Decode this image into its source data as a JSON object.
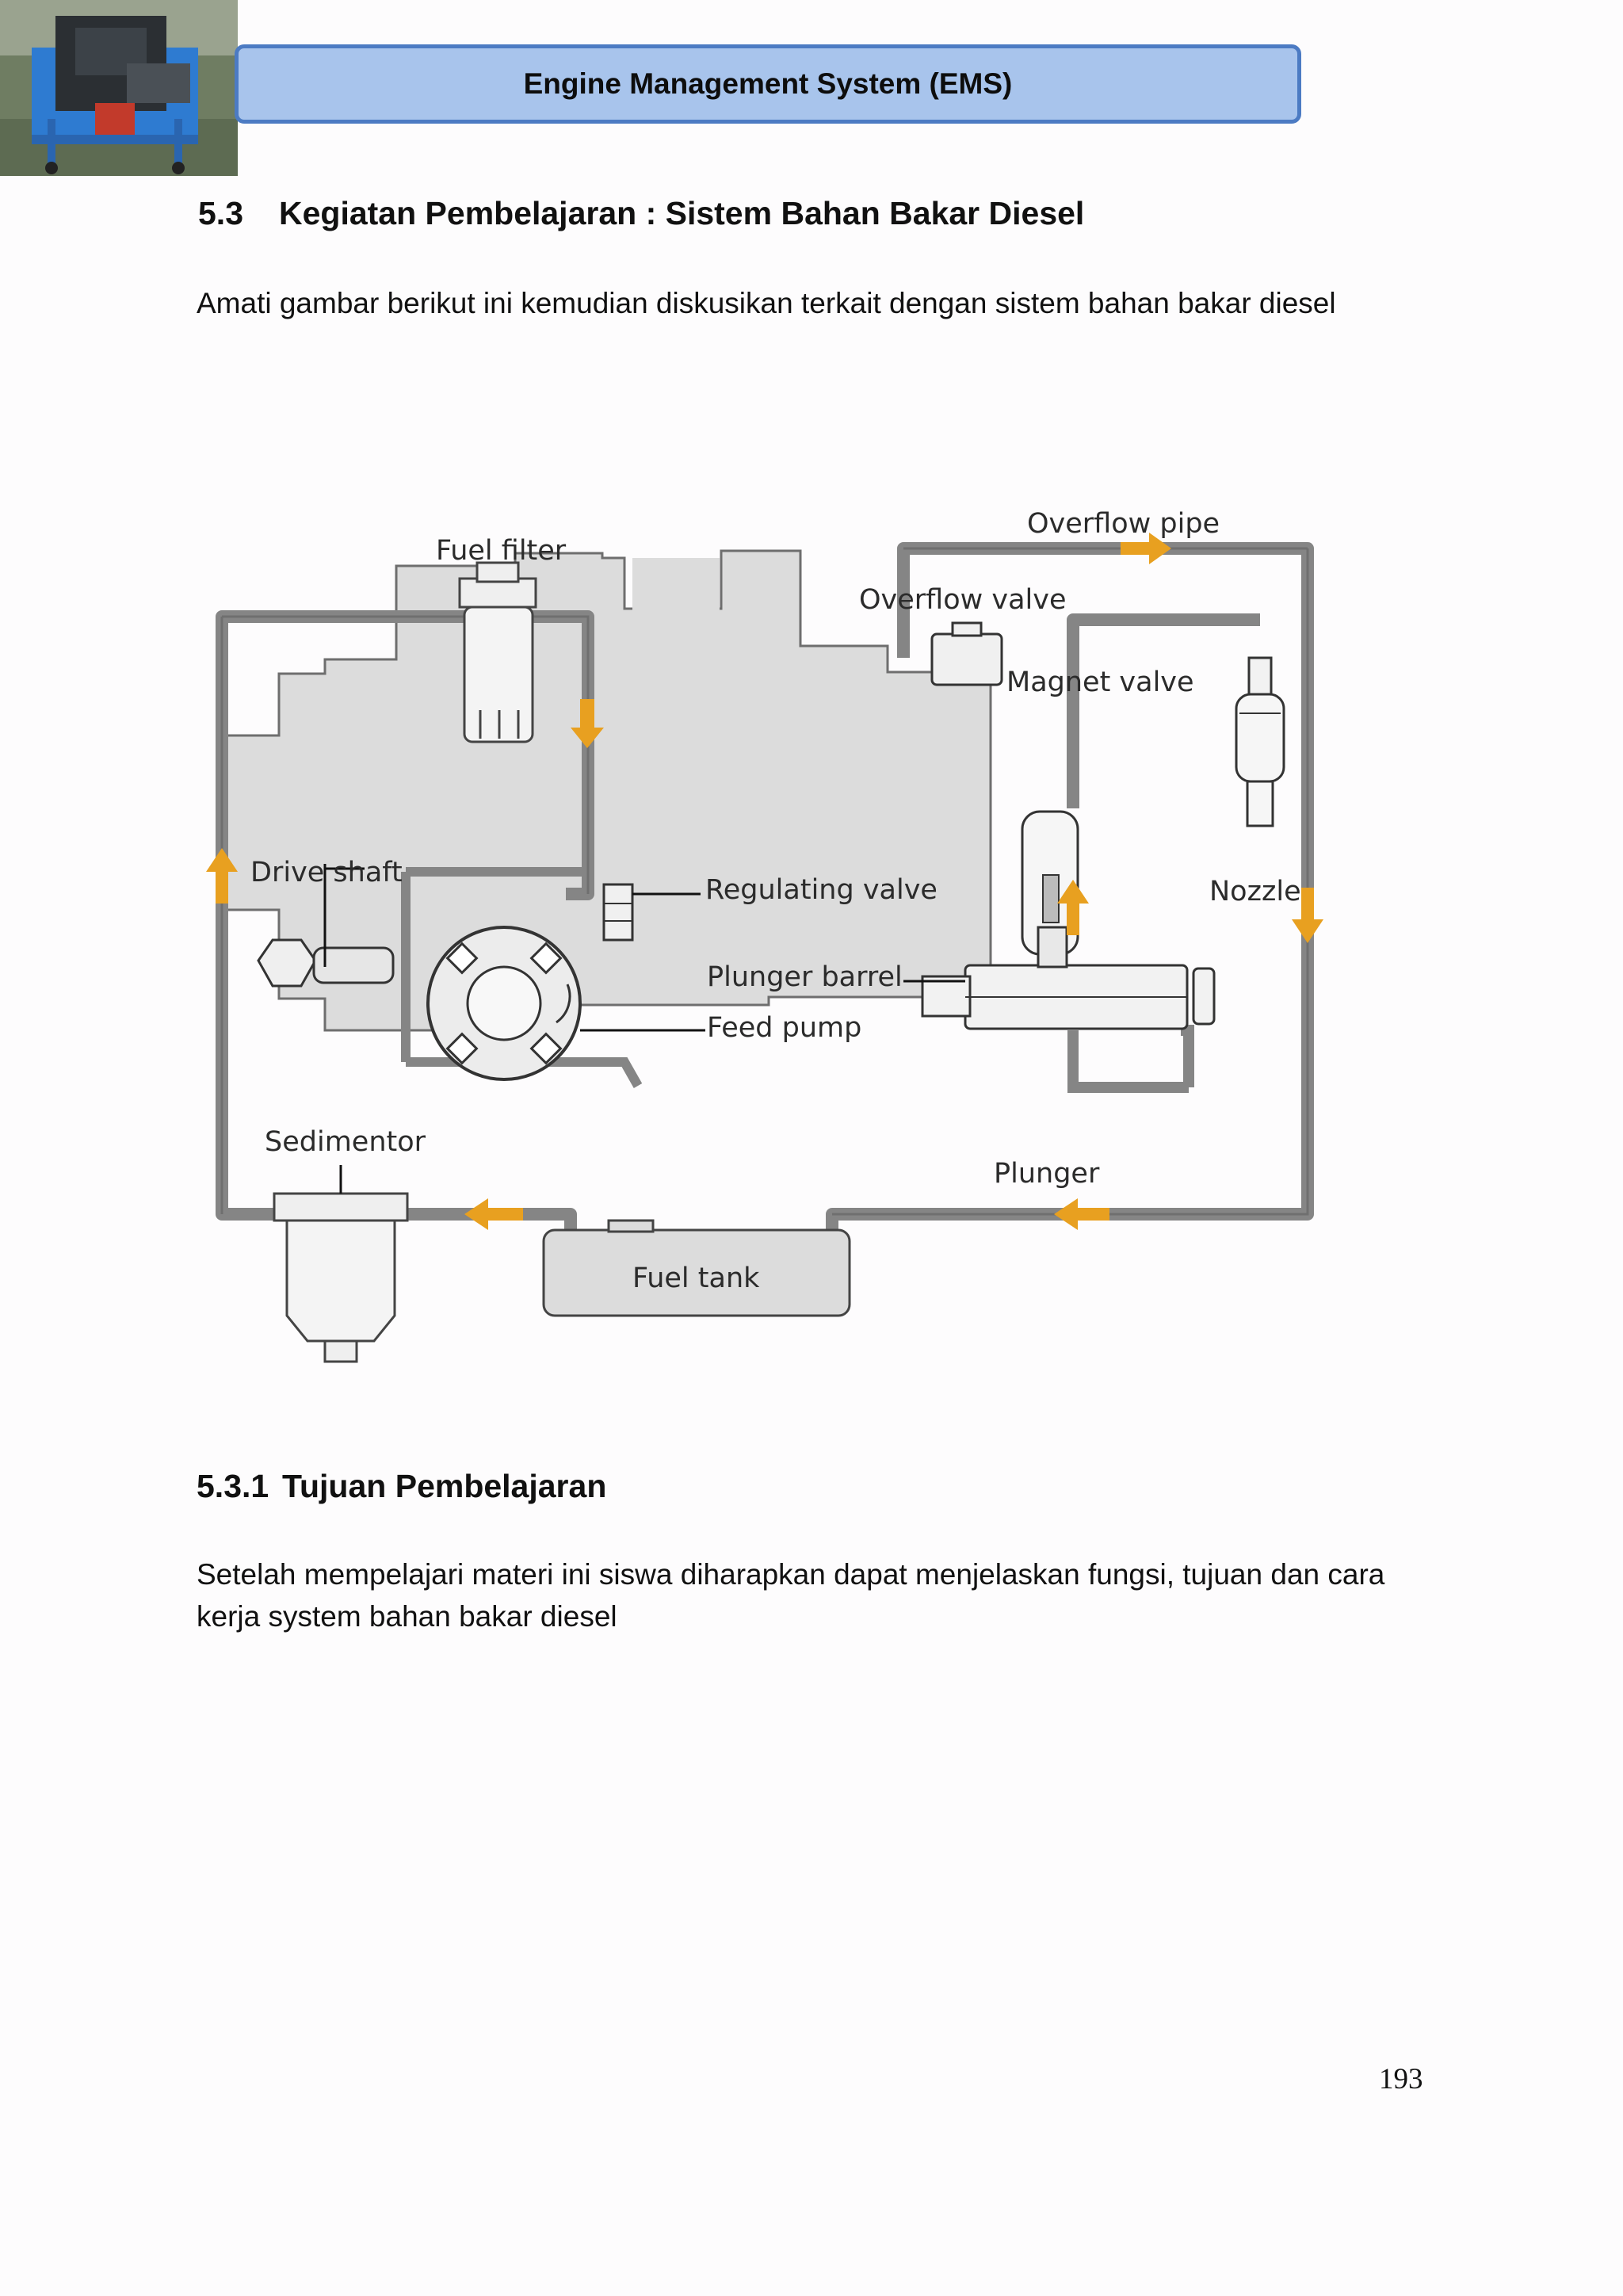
{
  "header": {
    "banner_title": "Engine Management System (EMS)"
  },
  "section": {
    "number": "5.3",
    "title": "Kegiatan Pembelajaran : Sistem Bahan Bakar Diesel",
    "intro": "Amati gambar berikut ini kemudian diskusikan terkait dengan sistem bahan bakar diesel"
  },
  "figure": {
    "labels": {
      "fuel_filter": "Fuel filter",
      "overflow_pipe": "Overflow pipe",
      "overflow_valve": "Overflow valve",
      "magnet_valve": "Magnet valve",
      "drive_shaft": "Drive shaft",
      "regulating_valve": "Regulating valve",
      "nozzle": "Nozzle",
      "plunger_barrel": "Plunger barrel",
      "feed_pump": "Feed pump",
      "sedimentor": "Sedimentor",
      "plunger": "Plunger",
      "fuel_tank": "Fuel tank"
    },
    "colors": {
      "pipe": "#858585",
      "pump_body": "#dcdcdc",
      "flow_arrow": "#e8a020"
    }
  },
  "subsection": {
    "number": "5.3.1",
    "title": "Tujuan Pembelajaran",
    "paragraph_line1": "Setelah mempelajari materi ini siswa diharapkan dapat menjelaskan fungsi, tujuan dan cara",
    "paragraph_line2": "kerja system bahan bakar diesel"
  },
  "page_number": "193"
}
